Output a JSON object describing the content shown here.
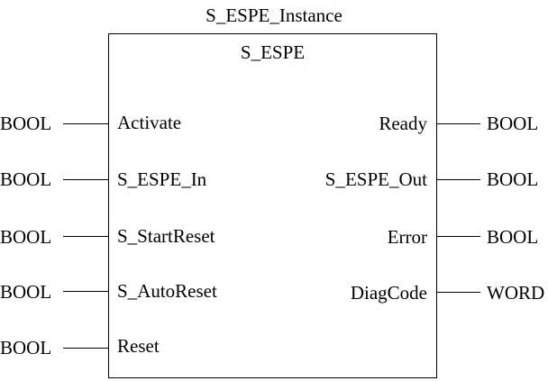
{
  "instance_name": "S_ESPE_Instance",
  "block_type": "S_ESPE",
  "inputs": [
    {
      "type": "BOOL",
      "name": "Activate"
    },
    {
      "type": "BOOL",
      "name": "S_ESPE_In"
    },
    {
      "type": "BOOL",
      "name": "S_StartReset"
    },
    {
      "type": "BOOL",
      "name": "S_AutoReset"
    },
    {
      "type": "BOOL",
      "name": "Reset"
    }
  ],
  "outputs": [
    {
      "name": "Ready",
      "type": "BOOL"
    },
    {
      "name": "S_ESPE_Out",
      "type": "BOOL"
    },
    {
      "name": "Error",
      "type": "BOOL"
    },
    {
      "name": "DiagCode",
      "type": "WORD"
    }
  ]
}
